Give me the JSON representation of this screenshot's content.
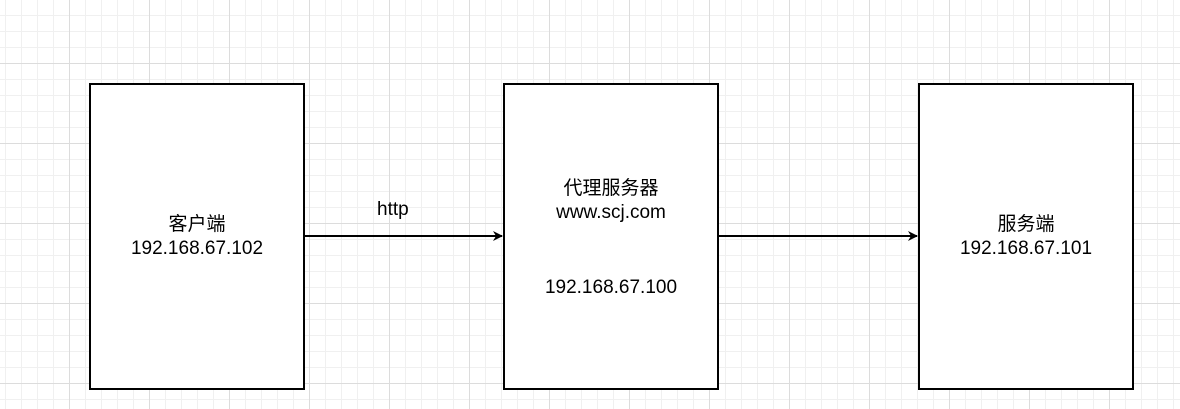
{
  "nodes": {
    "client": {
      "name": "客户端",
      "ip": "192.168.67.102"
    },
    "proxy": {
      "name": "代理服务器",
      "domain": "www.scj.com",
      "ip": "192.168.67.100"
    },
    "server": {
      "name": "服务端",
      "ip": "192.168.67.101"
    }
  },
  "edges": {
    "client_to_proxy": {
      "label": "http"
    },
    "proxy_to_server": {
      "label": ""
    }
  },
  "colors": {
    "stroke": "#000000",
    "grid": "#dcdcdc",
    "background": "#ffffff"
  }
}
